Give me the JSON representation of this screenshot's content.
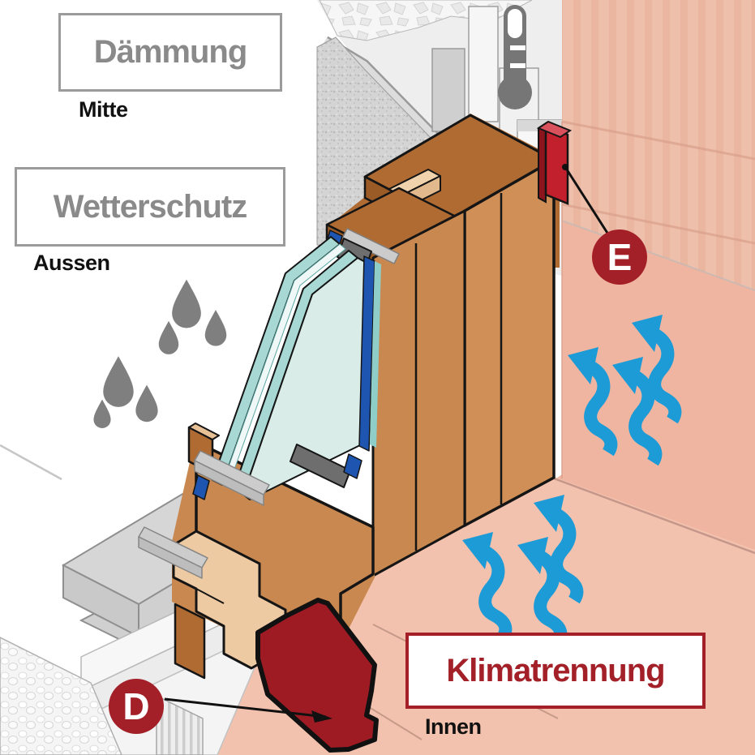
{
  "figure": {
    "type": "isometric construction diagram",
    "subject": "Window installation cross-section with sealing levels"
  },
  "labels": {
    "daemmung": {
      "text": "Dämmung",
      "zone_label": "Mitte"
    },
    "wetterschutz": {
      "text": "Wetterschutz",
      "zone_label": "Aussen"
    },
    "klimatrennung": {
      "text": "Klimatrennung",
      "zone_label": "Innen"
    }
  },
  "markers": {
    "d": {
      "letter": "D",
      "points_to": "sealing-membrane"
    },
    "e": {
      "letter": "E",
      "points_to": "sealing-tape"
    }
  },
  "icons": [
    "thermometer-icon",
    "water-drop-icon",
    "airflow-arrow-icon"
  ],
  "colors": {
    "accent_red": "#a32029",
    "label_gray": "#8a8a8a",
    "box_border_gray": "#9b9b9b",
    "text_black": "#111111",
    "membrane_red": "#9e1b24",
    "tape_red": "#c2202c",
    "arrow_blue": "#1d9bd7",
    "drop_gray": "#7f7f7f",
    "wood_top": "#b06b33",
    "wood_face": "#cf8f57",
    "wood_cut": "#eecaa3",
    "glass_teal": "#a8d8d4",
    "seal_blue": "#1d55b0",
    "interior_wall_pink": "#efb5a1",
    "floor_pink": "#f3c2ae"
  }
}
